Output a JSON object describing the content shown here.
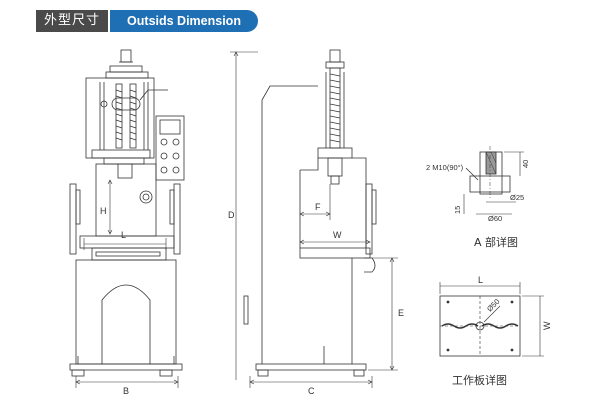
{
  "header": {
    "title_zh": "外型尺寸",
    "title_en": "Outsids Dimension"
  },
  "front_view": {
    "dim_h": "H",
    "dim_l": "L",
    "dim_b": "B"
  },
  "side_view": {
    "dim_d": "D",
    "dim_f": "F",
    "dim_w": "W",
    "dim_e": "E",
    "dim_c": "C"
  },
  "detail_a": {
    "thread_note": "2 M10(90°)",
    "dim_40": "40",
    "dim_15": "15",
    "dim_d25": "Ø25",
    "dim_d60": "Ø60",
    "caption": "A 部详图"
  },
  "worktable": {
    "dim_l": "L",
    "dim_w": "W",
    "dim_d50": "Ø50",
    "caption": "工作板详图"
  },
  "colors": {
    "header_dark": "#4a4a4a",
    "header_blue": "#1f6fb4",
    "line": "#333333"
  }
}
